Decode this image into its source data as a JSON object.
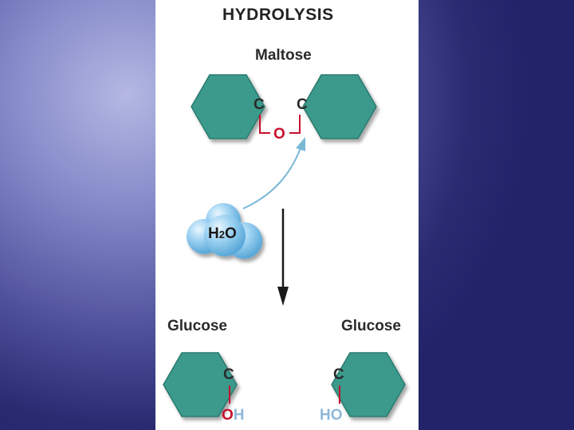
{
  "diagram": {
    "title": "HYDROLYSIS",
    "maltose_label": "Maltose",
    "maltose_atom_left": "C",
    "maltose_atom_right": "C",
    "bridge_atom": "O",
    "water_h": "H",
    "water_sub": "2",
    "water_o": "O",
    "glucose_left_label": "Glucose",
    "glucose_right_label": "Glucose",
    "glucose_left_atom": "C",
    "glucose_right_atom": "C",
    "hydroxyl_left_o": "O",
    "hydroxyl_left_h": "H",
    "hydroxyl_right_h": "H",
    "hydroxyl_right_o": "O"
  },
  "colors": {
    "hexagon": "#3a9a8c",
    "bond": "#c8102e",
    "water": "#8fc8ec",
    "arrow_water": "#7ab8d6",
    "arrow_main": "#1a1a1a"
  }
}
